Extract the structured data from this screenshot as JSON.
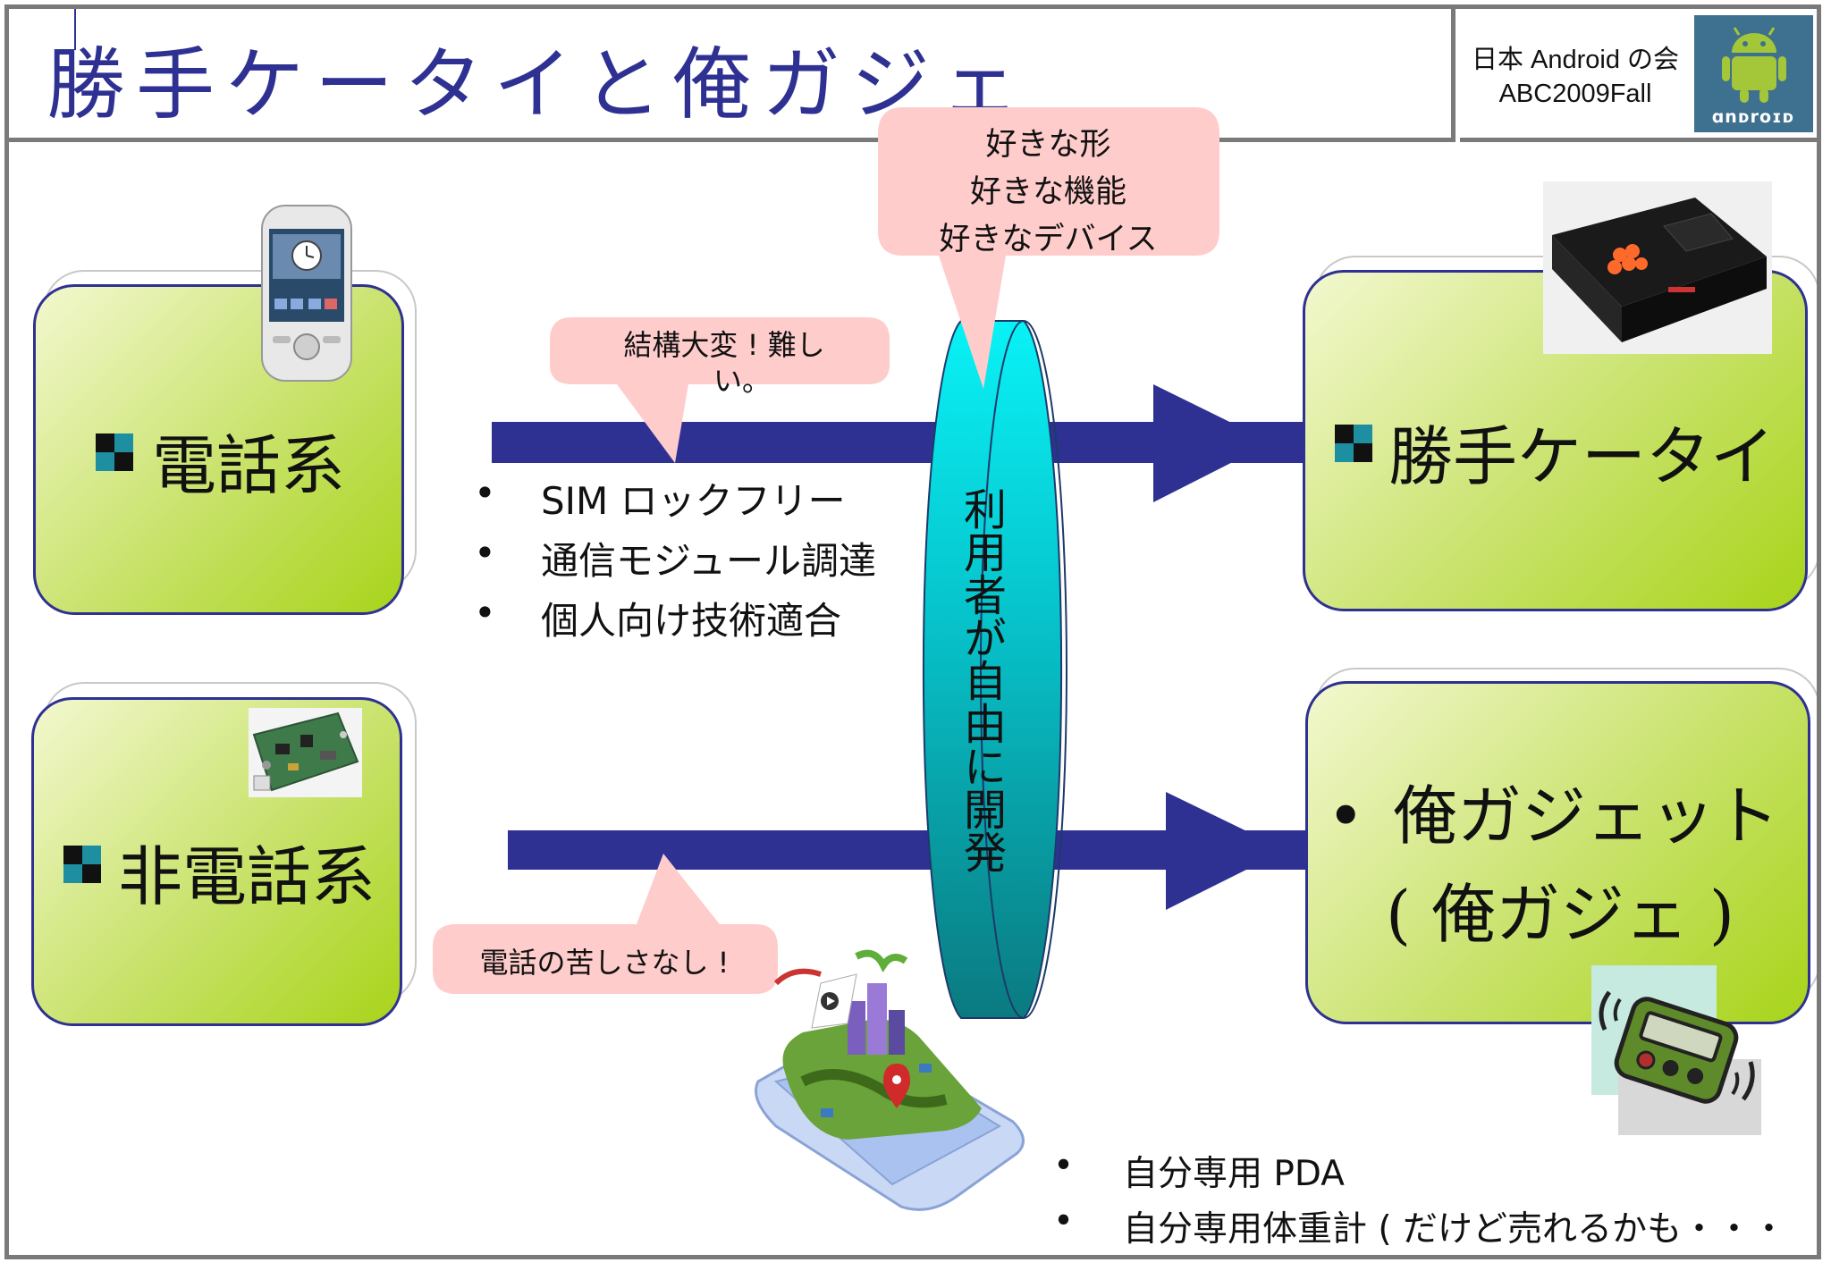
{
  "slide": {
    "title": "勝手ケータイと俺ガジェ",
    "logo_text_line1": "日本 Android の会",
    "logo_text_line2": "ABC2009Fall",
    "android_logo": "android-robot-logo"
  },
  "left_boxes": [
    {
      "label": "電話系",
      "image": "smartphone-image"
    },
    {
      "label": "非電話系",
      "image": "circuit-board-image"
    }
  ],
  "right_boxes": [
    {
      "label": "勝手ケータイ",
      "image": "black-device-image"
    },
    {
      "label_line1": "俺ガジェット",
      "label_line2": "( 俺ガジェ )",
      "image": "pager-clipart"
    }
  ],
  "callouts": {
    "top_line1": "好きな形",
    "top_line2": "好きな機能",
    "top_line3": "好きなデバイス",
    "upper_line1": "結構大変 ! 難し",
    "upper_line2": "い。",
    "lower": "電話の苦しさなし !"
  },
  "cylinder_text": "利用者が自由に開発",
  "phone_list": [
    "SIM ロックフリー",
    "通信モジュール調達",
    "個人向け技術適合"
  ],
  "gadget_list": [
    "自分専用 PDA",
    "自分専用体重計 ( だけど売れるかも・・・"
  ],
  "colors": {
    "title": "#2e3192",
    "arrow": "#2e3192",
    "callout": "#ffcccc",
    "box_green": "#a8d41a",
    "cylinder": "#00c8d4"
  }
}
